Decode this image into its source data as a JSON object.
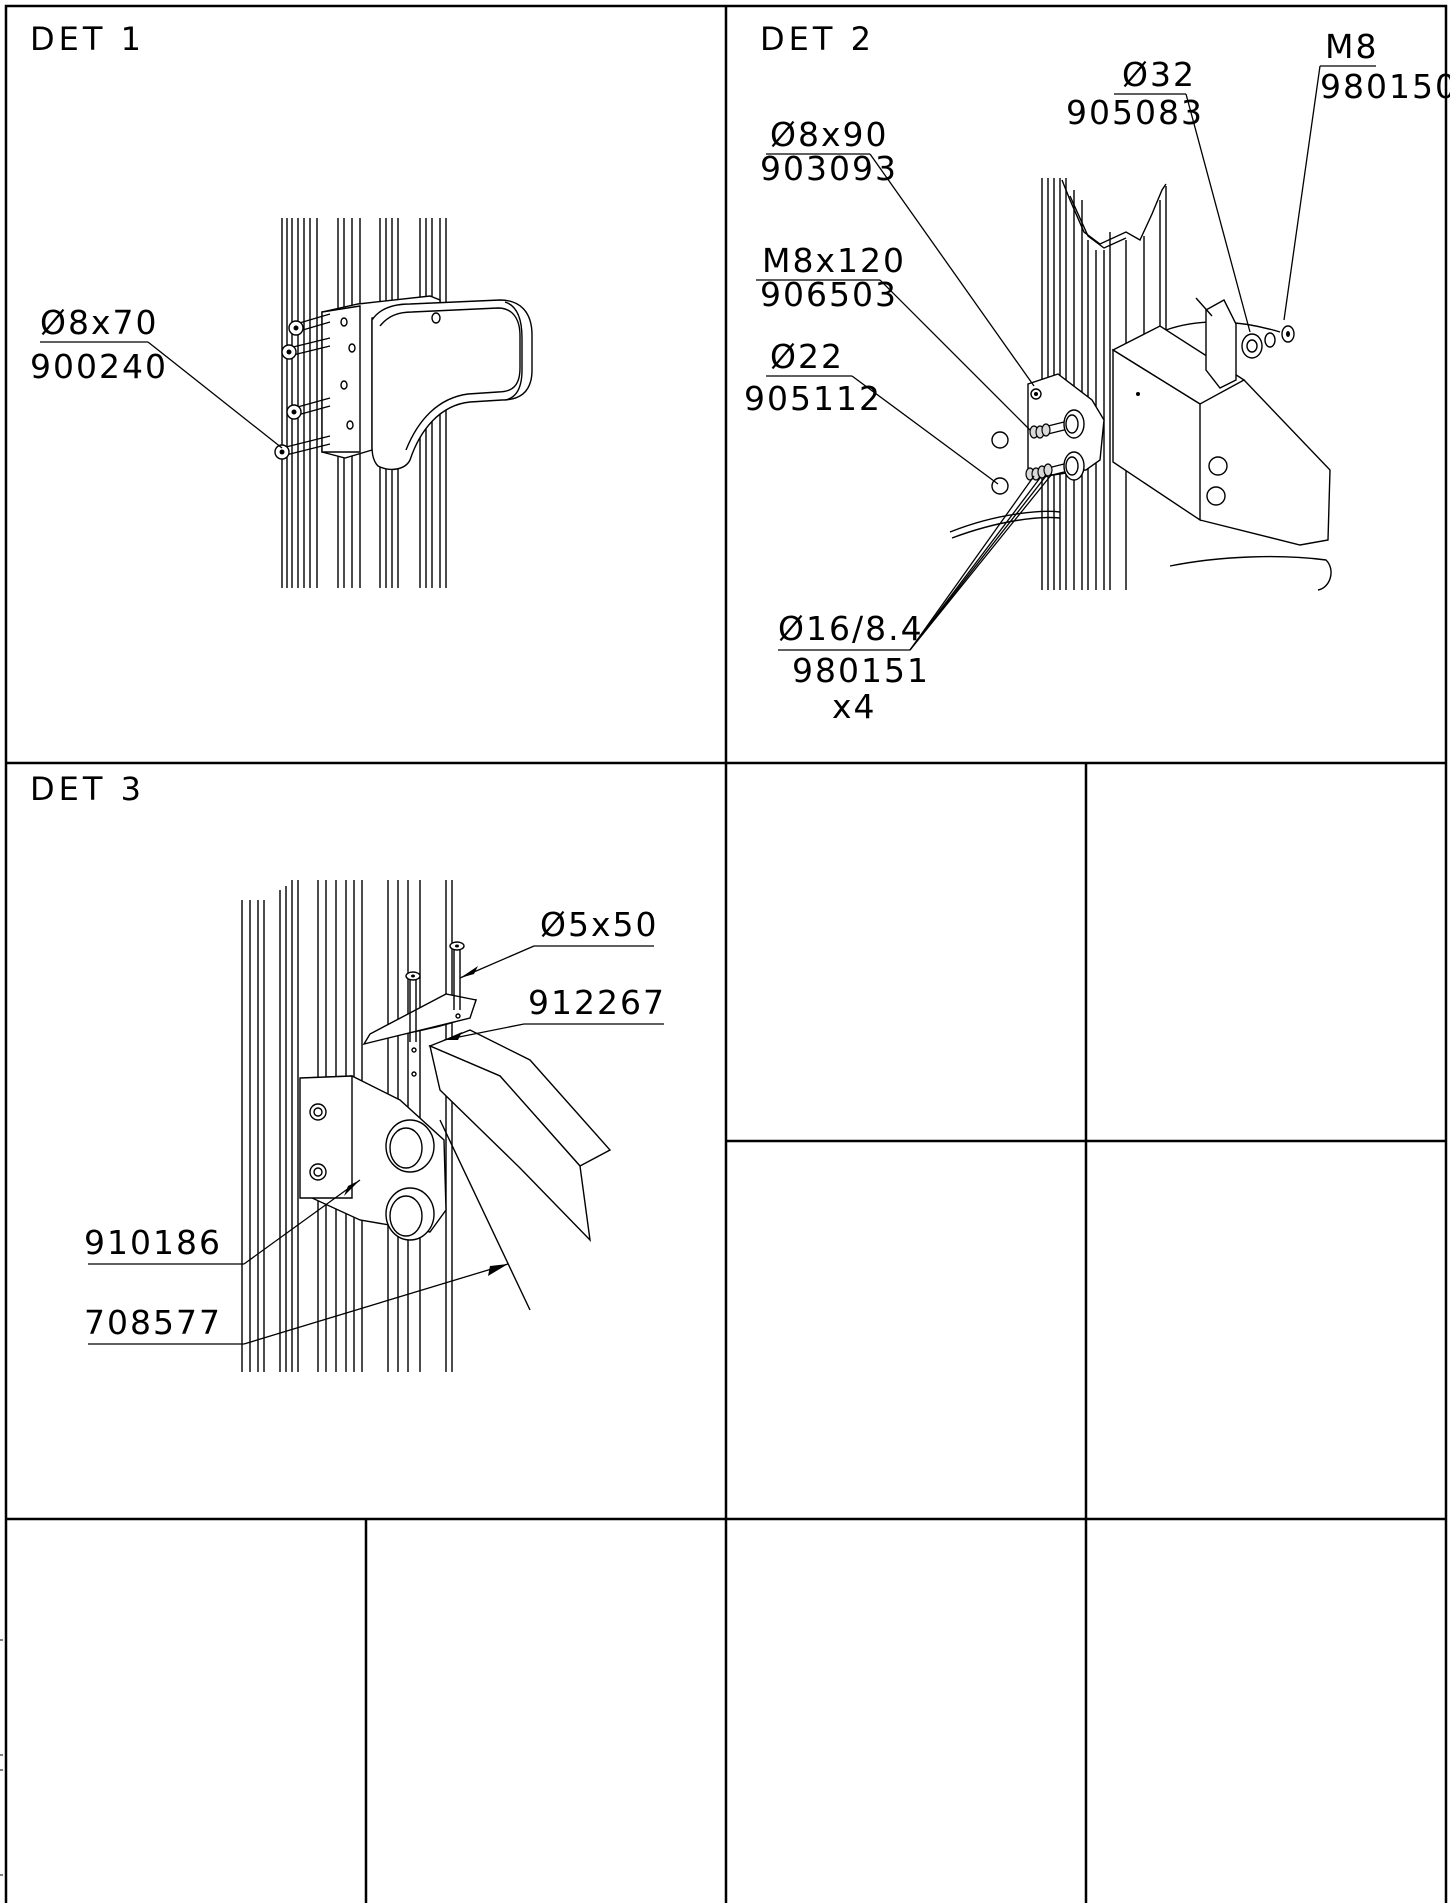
{
  "details": [
    {
      "title": "DET 1",
      "callouts": [
        {
          "spec": "Ø8x70",
          "part": "900240"
        }
      ]
    },
    {
      "title": "DET 2",
      "callouts": [
        {
          "spec": "M8",
          "part": "980150"
        },
        {
          "spec": "Ø32",
          "part": "905083"
        },
        {
          "spec": "Ø8x90",
          "part": "903093"
        },
        {
          "spec": "M8x120",
          "part": "906503"
        },
        {
          "spec": "Ø22",
          "part": "905112"
        },
        {
          "spec": "Ø16/8.4",
          "part": "980151",
          "qty": "x4"
        }
      ]
    },
    {
      "title": "DET 3",
      "callouts": [
        {
          "spec": "Ø5x50"
        },
        {
          "part": "912267"
        },
        {
          "part": "910186"
        },
        {
          "part": "708577"
        }
      ]
    }
  ],
  "colors": {
    "line": "#000000",
    "background": "#ffffff"
  }
}
